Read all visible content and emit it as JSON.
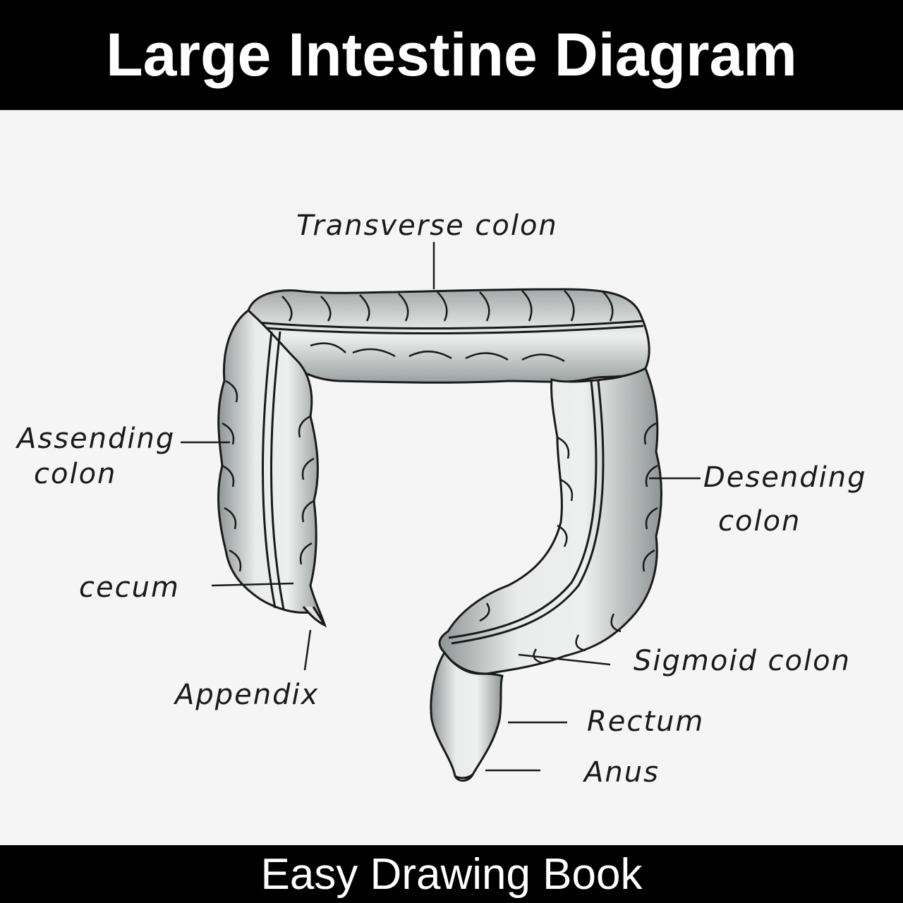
{
  "header": {
    "title": "Large Intestine Diagram"
  },
  "footer": {
    "brand": "Easy Drawing Book"
  },
  "labels": {
    "transverse_colon": "Transverse colon",
    "ascending_colon_line1": "Assending",
    "ascending_colon_line2": "colon",
    "descending_colon_line1": "Desending",
    "descending_colon_line2": "colon",
    "cecum": "cecum",
    "appendix": "Appendix",
    "sigmoid_colon": "Sigmoid colon",
    "rectum": "Rectum",
    "anus": "Anus"
  },
  "colors": {
    "banner_bg": "#000000",
    "banner_text": "#ffffff",
    "paper": "#f4f5f4",
    "ink": "#1a1a1a",
    "shade": "#9aa0a0"
  }
}
